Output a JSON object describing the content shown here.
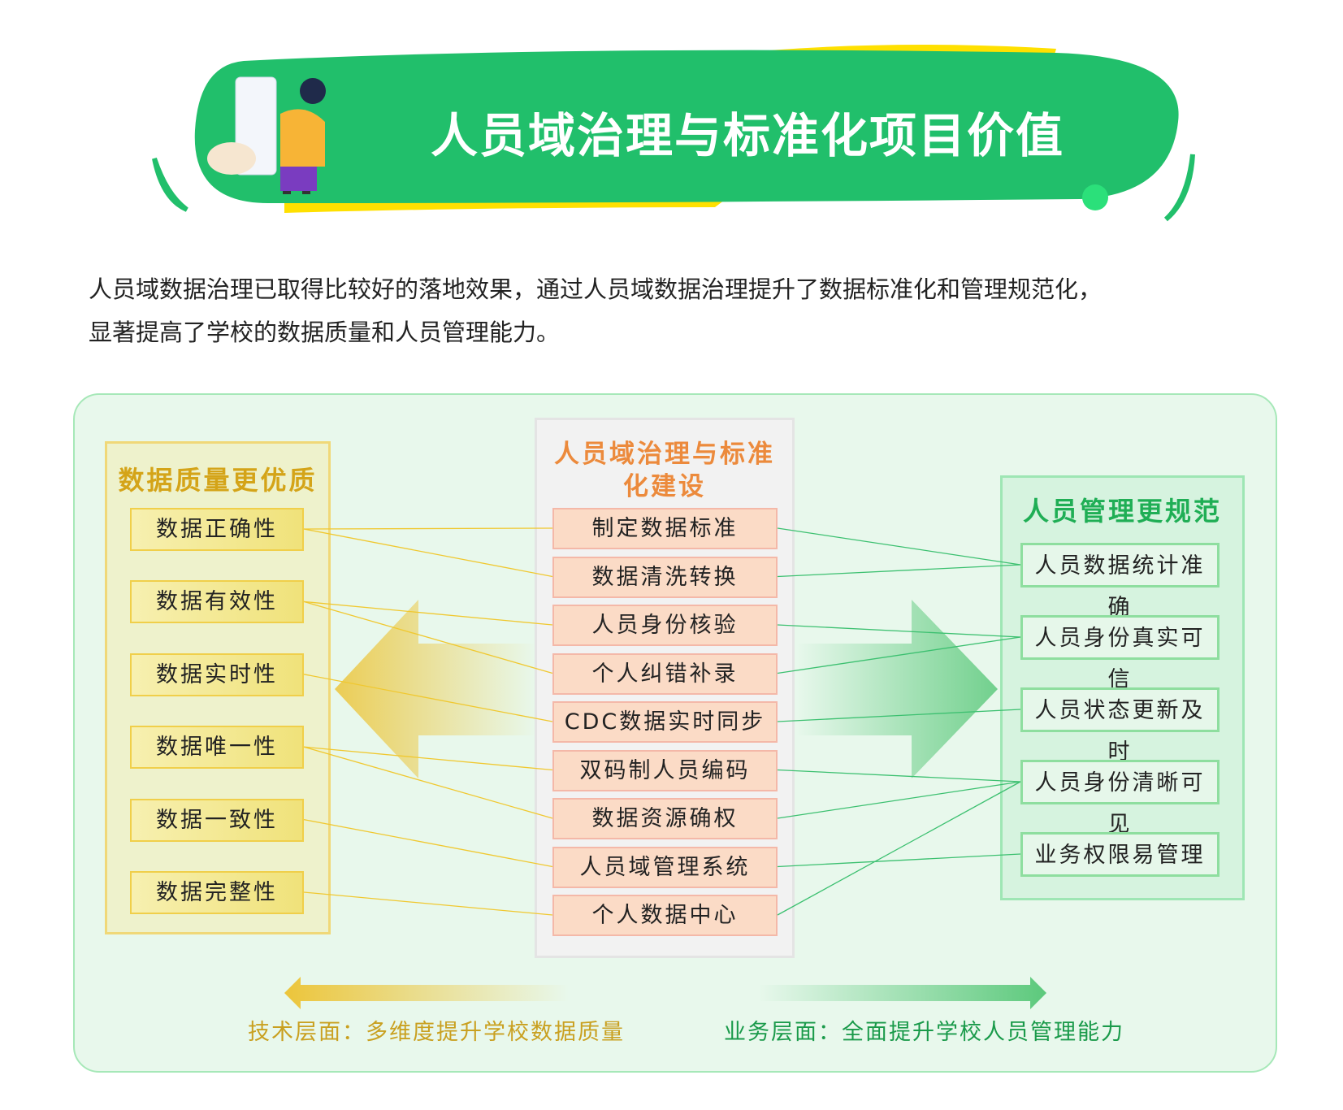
{
  "banner": {
    "title": "人员域治理与标准化项目价值",
    "colors": {
      "green": "#21bf6b",
      "yellow": "#ffe000"
    }
  },
  "intro": {
    "line1": "人员域数据治理已取得比较好的落地效果，通过人员域数据治理提升了数据标准化和管理规范化，",
    "line2": "显著提高了学校的数据质量和人员管理能力。"
  },
  "left": {
    "title": "数据质量更优质",
    "items": [
      "数据正确性",
      "数据有效性",
      "数据实时性",
      "数据唯一性",
      "数据一致性",
      "数据完整性"
    ]
  },
  "center": {
    "title_line1": "人员域治理与标准",
    "title_line2": "化建设",
    "items": [
      "制定数据标准",
      "数据清洗转换",
      "人员身份核验",
      "个人纠错补录",
      "CDC数据实时同步",
      "双码制人员编码",
      "数据资源确权",
      "人员域管理系统",
      "个人数据中心"
    ]
  },
  "right": {
    "title": "人员管理更规范",
    "items": [
      "人员数据统计准确",
      "人员身份真实可信",
      "人员状态更新及时",
      "人员身份清晰可见",
      "业务权限易管理"
    ]
  },
  "links_left": [
    [
      0,
      0
    ],
    [
      0,
      1
    ],
    [
      1,
      2
    ],
    [
      1,
      3
    ],
    [
      2,
      4
    ],
    [
      3,
      5
    ],
    [
      3,
      6
    ],
    [
      4,
      7
    ],
    [
      5,
      8
    ]
  ],
  "links_right": [
    [
      0,
      0
    ],
    [
      1,
      0
    ],
    [
      2,
      1
    ],
    [
      3,
      1
    ],
    [
      4,
      2
    ],
    [
      5,
      3
    ],
    [
      6,
      3
    ],
    [
      7,
      4
    ],
    [
      8,
      3
    ]
  ],
  "footer": {
    "tech": "技术层面：多维度提升学校数据质量",
    "biz": "业务层面：全面提升学校人员管理能力"
  },
  "colors": {
    "left_line": "#f0c830",
    "right_line": "#3cc070",
    "center_title": "#ec8a3c",
    "left_title": "#d4a418",
    "right_title": "#1fae55",
    "tech": "#c9a020",
    "biz": "#1a9a4a"
  }
}
